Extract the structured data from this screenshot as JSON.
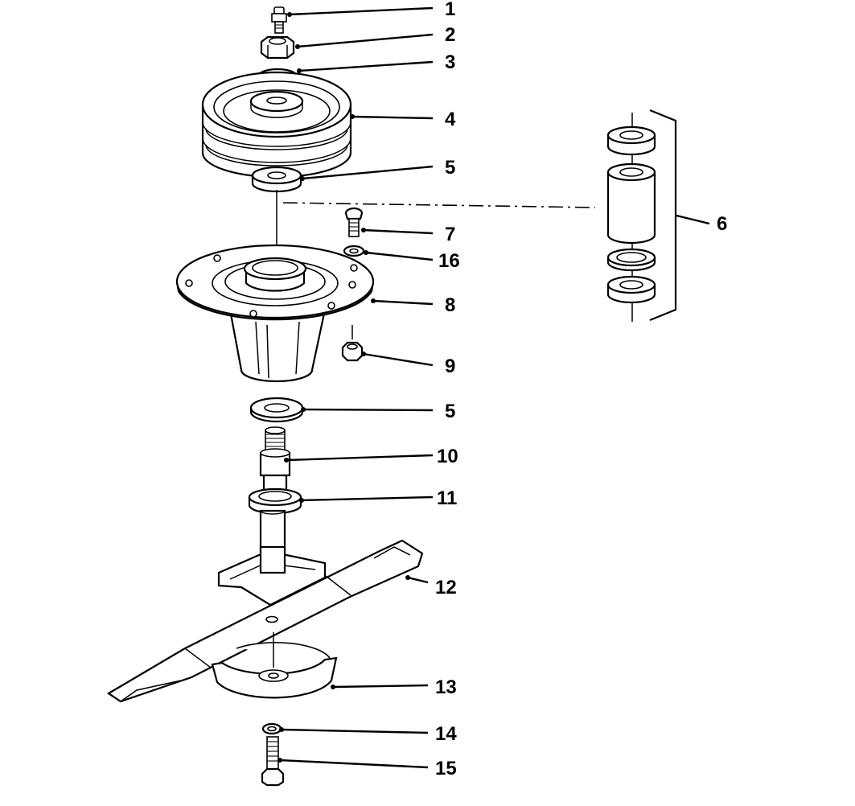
{
  "callouts": [
    {
      "id": "c1",
      "text": "1"
    },
    {
      "id": "c2",
      "text": "2"
    },
    {
      "id": "c3",
      "text": "3"
    },
    {
      "id": "c4",
      "text": "4"
    },
    {
      "id": "c5a",
      "text": "5"
    },
    {
      "id": "c6",
      "text": "6"
    },
    {
      "id": "c7",
      "text": "7"
    },
    {
      "id": "c16",
      "text": "16"
    },
    {
      "id": "c8",
      "text": "8"
    },
    {
      "id": "c9",
      "text": "9"
    },
    {
      "id": "c5b",
      "text": "5"
    },
    {
      "id": "c10",
      "text": "10"
    },
    {
      "id": "c11",
      "text": "11"
    },
    {
      "id": "c12",
      "text": "12"
    },
    {
      "id": "c13",
      "text": "13"
    },
    {
      "id": "c14",
      "text": "14"
    },
    {
      "id": "c15",
      "text": "15"
    }
  ]
}
